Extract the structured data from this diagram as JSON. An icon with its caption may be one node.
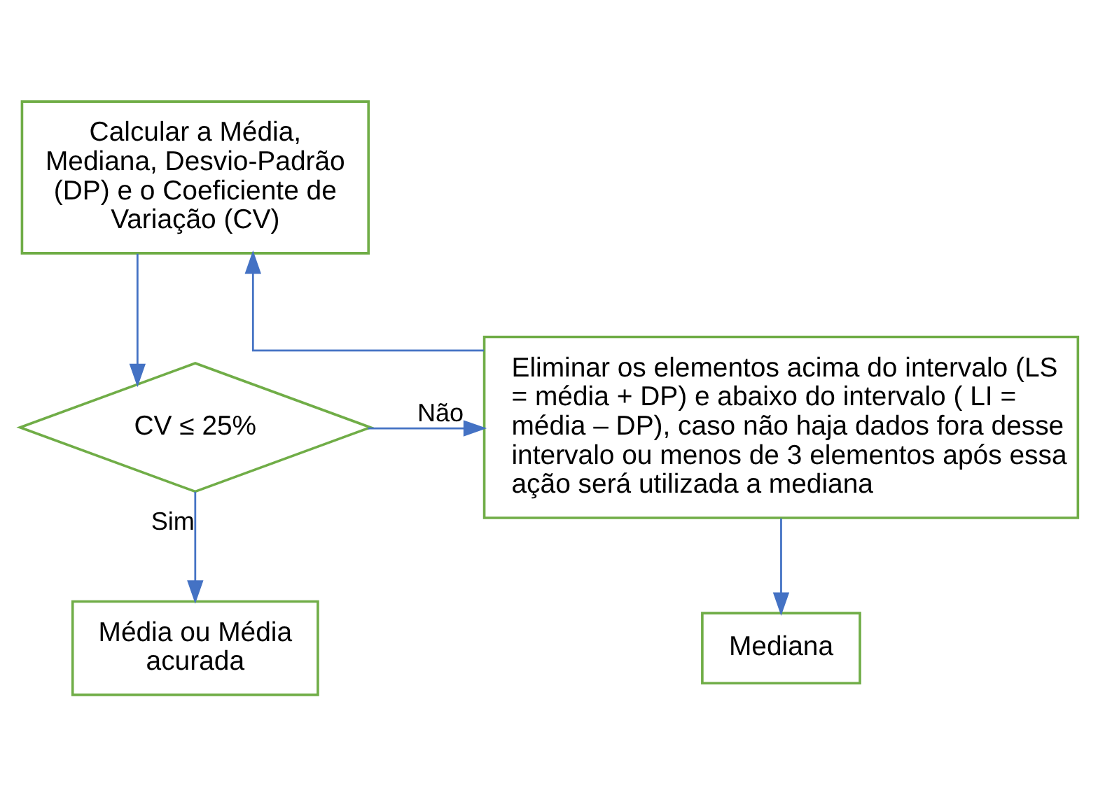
{
  "diagram": {
    "nodes": [
      {
        "text": [
          "Calcular a Média, Mediana, Desvio-Padrão (DP) e o Coeficiente de Variação (CV)"
        ]
      },
      {
        "text": [
          "CV ≤ 25%"
        ]
      },
      {
        "text": [
          "Eliminar os elementos acima do intervalo (LS = média + DP) e abaixo do intervalo ( LI = média – DP), caso não haja dados fora desse intervalo ou menos de 3 elementos após essa ação será utilizada a mediana"
        ]
      },
      {
        "text": [
          "Média ou Média acurada"
        ]
      },
      {
        "text": [
          "Mediana"
        ]
      }
    ],
    "edges": [
      {
        "from": 0,
        "to": 1,
        "arrow": "to"
      },
      {
        "from": 1,
        "to": 2,
        "arrow": "to",
        "label": "Não"
      },
      {
        "from": 1,
        "to": 3,
        "arrow": "to",
        "label": "Sim"
      },
      {
        "from": 2,
        "to": 0,
        "arrow": "to"
      },
      {
        "from": 2,
        "to": 4,
        "arrow": "to"
      }
    ]
  }
}
